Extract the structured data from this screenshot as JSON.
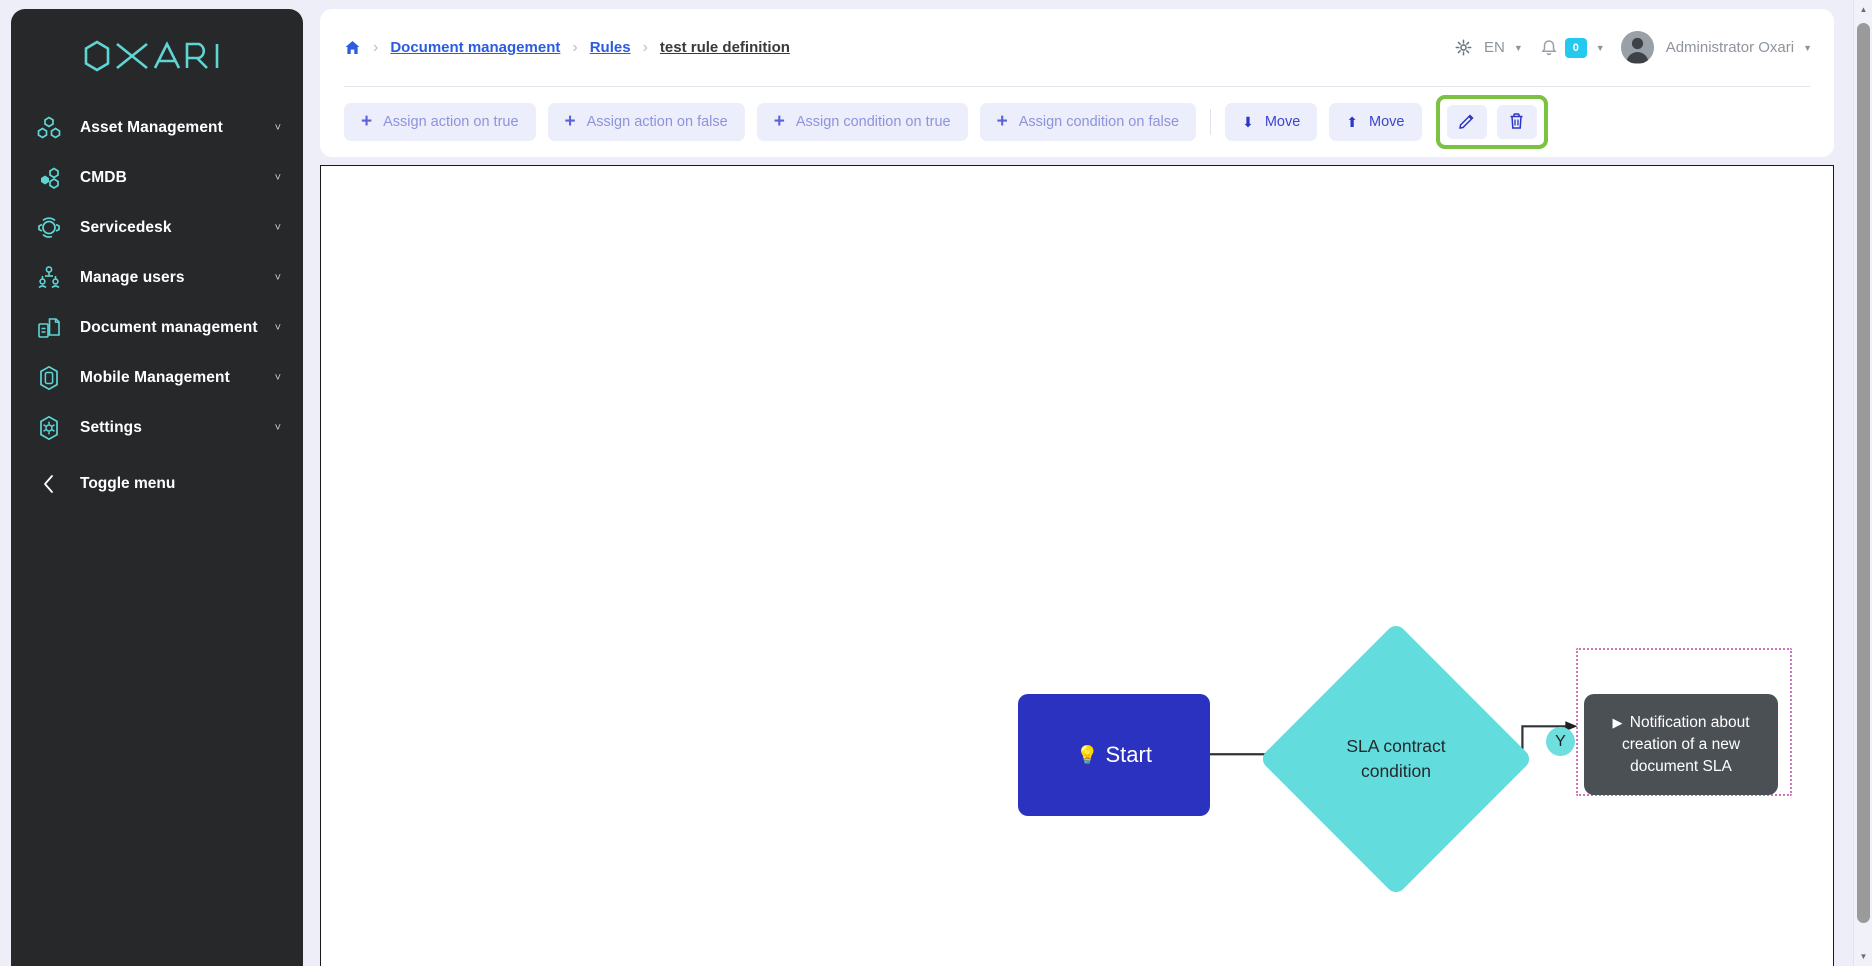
{
  "app": {
    "brand": "OXARI"
  },
  "sidebar": {
    "items": [
      {
        "label": "Asset Management",
        "icon": "asset-management-icon",
        "caret": "˅"
      },
      {
        "label": "CMDB",
        "icon": "cmdb-icon",
        "caret": "˅"
      },
      {
        "label": "Servicedesk",
        "icon": "servicedesk-icon",
        "caret": "˅"
      },
      {
        "label": "Manage users",
        "icon": "manage-users-icon",
        "caret": "˅"
      },
      {
        "label": "Document management",
        "icon": "document-management-icon",
        "caret": "˅"
      },
      {
        "label": "Mobile Management",
        "icon": "mobile-management-icon",
        "caret": "˅"
      },
      {
        "label": "Settings",
        "icon": "settings-icon",
        "caret": "˅"
      }
    ],
    "toggle": {
      "label": "Toggle menu",
      "icon": "chevron-left-icon"
    }
  },
  "header": {
    "breadcrumb": {
      "home_icon": "home-icon",
      "separator": "›",
      "items": [
        {
          "label": "Document management",
          "current": false
        },
        {
          "label": "Rules",
          "current": false
        },
        {
          "label": "test rule definition",
          "current": true
        }
      ]
    },
    "gear_icon": "gear-icon",
    "language": "EN",
    "language_caret": "▼",
    "bell_icon": "bell-icon",
    "notification_count": "0",
    "notification_caret": "▼",
    "avatar": "user-avatar",
    "user_name": "Administrator Oxari",
    "user_caret": "▼"
  },
  "toolbar": {
    "plus": "+",
    "buttons": [
      {
        "label": "Assign action on true"
      },
      {
        "label": "Assign action on false"
      },
      {
        "label": "Assign condition on true"
      },
      {
        "label": "Assign condition on false"
      }
    ],
    "move_down": {
      "label": "Move",
      "arrow": "⬇"
    },
    "move_up": {
      "label": "Move",
      "arrow": "⬆"
    },
    "edit_button": {
      "icon": "pencil-icon"
    },
    "delete_button": {
      "icon": "trash-icon"
    },
    "highlight_color": "#7cc242"
  },
  "canvas": {
    "nodes": [
      {
        "id": "start",
        "type": "start",
        "label": "Start",
        "icon": "lightbulb-icon",
        "color": "#2b32c0",
        "text_color": "#ffffff"
      },
      {
        "id": "condition",
        "type": "decision",
        "label_line1": "SLA contract",
        "label_line2": "condition",
        "color": "#62dcdc",
        "text_color": "#25292e"
      },
      {
        "id": "action",
        "type": "action",
        "icon": "play-icon",
        "label": "Notification about creation of a new document SLA",
        "color": "#4b5055",
        "text_color": "#ffffff",
        "selected": true,
        "selection_color": "#cf74bf"
      }
    ],
    "edges": [
      {
        "from": "start",
        "to": "condition",
        "label": ""
      },
      {
        "from": "condition",
        "to": "action",
        "label": "Y",
        "label_color": "#6fdede"
      }
    ]
  },
  "scrollbar": {
    "up": "▲",
    "down": "▼"
  }
}
